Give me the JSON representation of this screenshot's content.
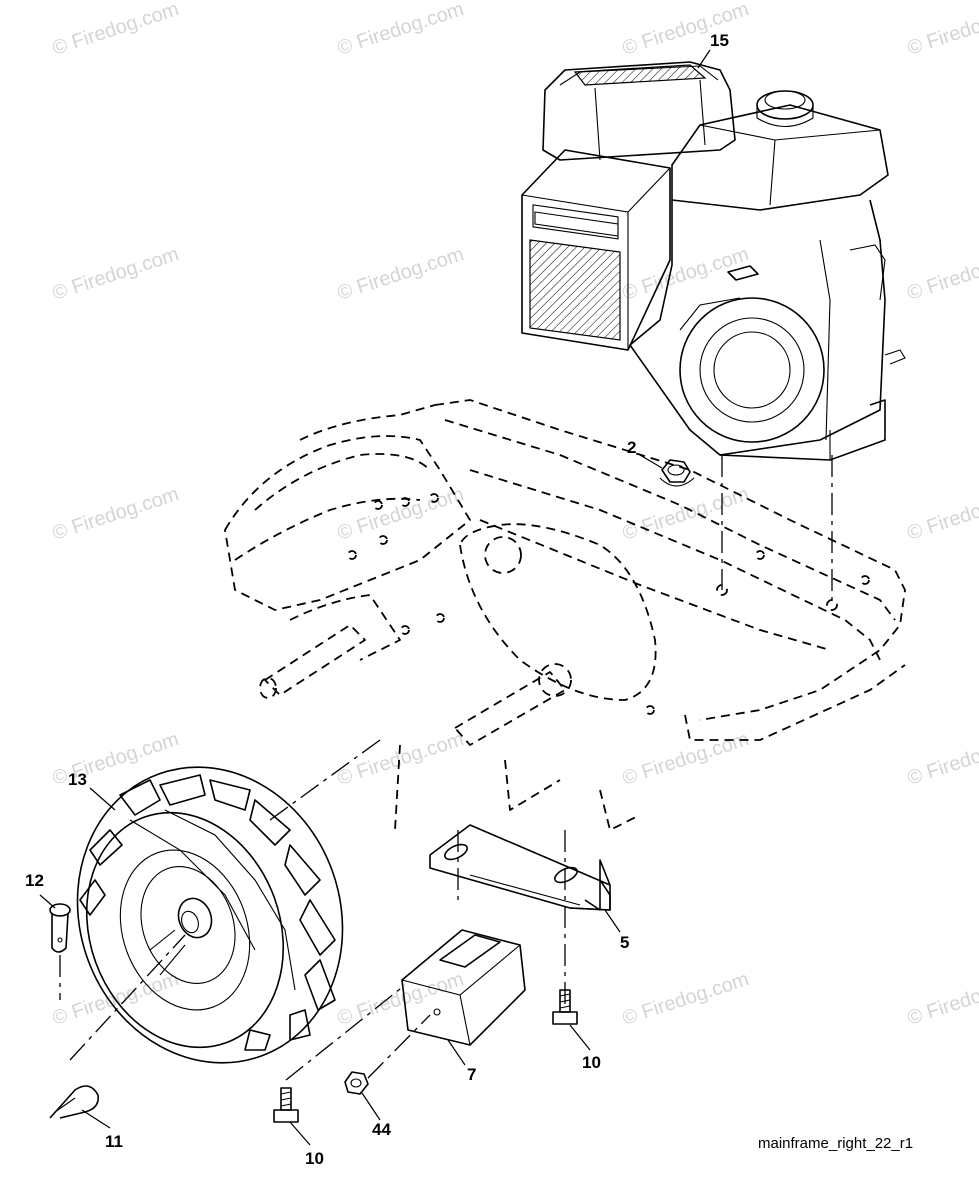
{
  "watermark": "© Firedog.com",
  "callouts": {
    "c15": "15",
    "c2": "2",
    "c13": "13",
    "c12": "12",
    "c5": "5",
    "c7": "7",
    "c10a": "10",
    "c10b": "10",
    "c44": "44",
    "c11": "11"
  },
  "caption": "mainframe_right_22_r1"
}
